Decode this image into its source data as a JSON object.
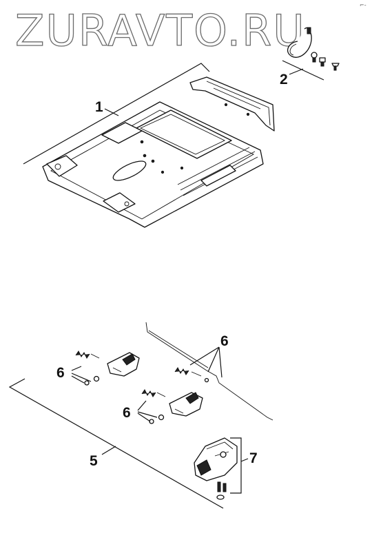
{
  "watermark": "ZURAVTO.RU",
  "corner_mark": "⌐-",
  "callouts": {
    "c1": "1",
    "c2": "2",
    "c5": "5",
    "c6a": "6",
    "c6b": "6",
    "c6c": "6",
    "c7": "7"
  }
}
